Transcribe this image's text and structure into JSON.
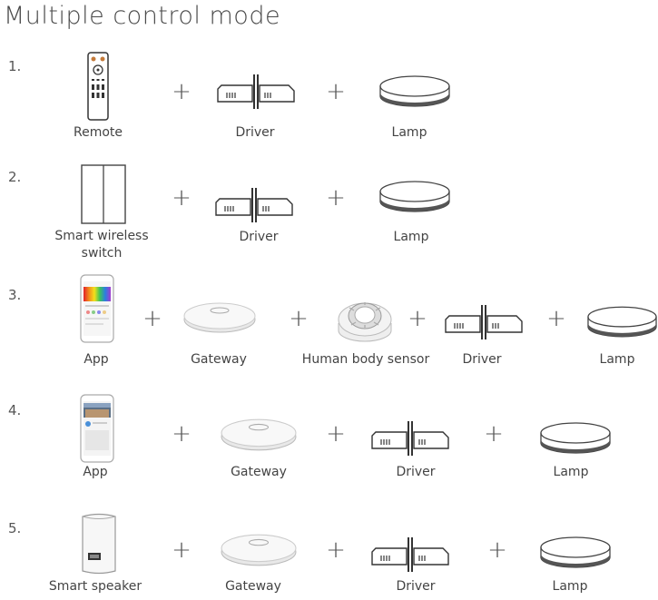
{
  "title": "Multiple control mode",
  "plus": "+",
  "rows": [
    {
      "num": "1.",
      "items": [
        "Remote",
        "Driver",
        "Lamp"
      ]
    },
    {
      "num": "2.",
      "items": [
        "Smart wireless switch",
        "Driver",
        "Lamp"
      ],
      "switch_lines": [
        "Smart wireless",
        "switch"
      ]
    },
    {
      "num": "3.",
      "items": [
        "App",
        "Gateway",
        "Human body sensor",
        "Driver",
        "Lamp"
      ]
    },
    {
      "num": "4.",
      "items": [
        "App",
        "Gateway",
        "Driver",
        "Lamp"
      ]
    },
    {
      "num": "5.",
      "items": [
        "Smart speaker",
        "Gateway",
        "Driver",
        "Lamp"
      ]
    }
  ]
}
